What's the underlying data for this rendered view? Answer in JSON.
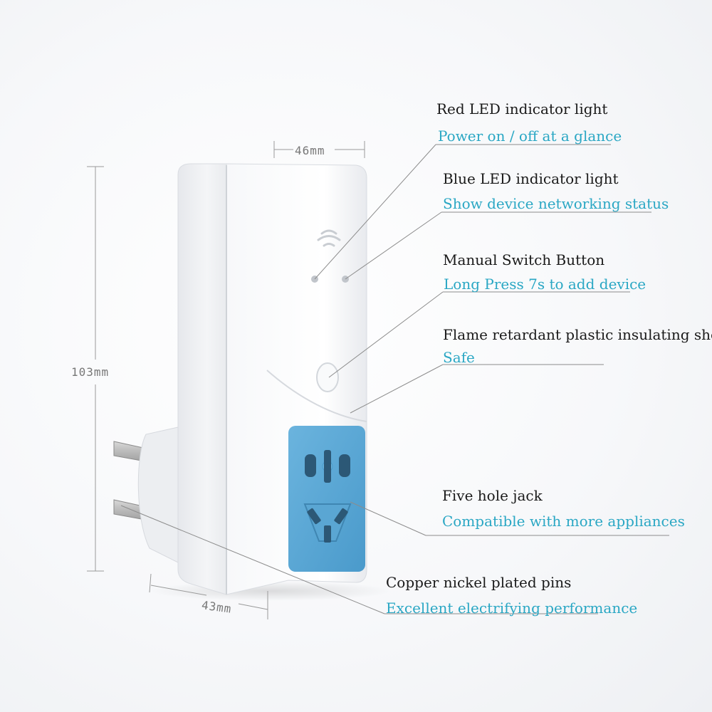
{
  "dimensions": {
    "width_label": "46mm",
    "height_label": "103mm",
    "depth_label": "43mm"
  },
  "callouts": [
    {
      "title": "Red LED indicator light",
      "subtitle": "Power on / off at a glance"
    },
    {
      "title": "Blue LED indicator light",
      "subtitle": "Show device networking status"
    },
    {
      "title": "Manual Switch Button",
      "subtitle": "Long Press 7s to add device"
    },
    {
      "title": "Flame retardant plastic insulating shell",
      "subtitle": "Safe"
    },
    {
      "title": "Five hole jack",
      "subtitle": "Compatible with more appliances"
    },
    {
      "title": "Copper nickel plated pins",
      "subtitle": "Excellent electrifying performance"
    }
  ],
  "colors": {
    "accent_text": "#2aa7c4",
    "socket_face": "#5aa9d6",
    "body_white": "#f4f5f7",
    "title_text": "#1a1a1a"
  }
}
